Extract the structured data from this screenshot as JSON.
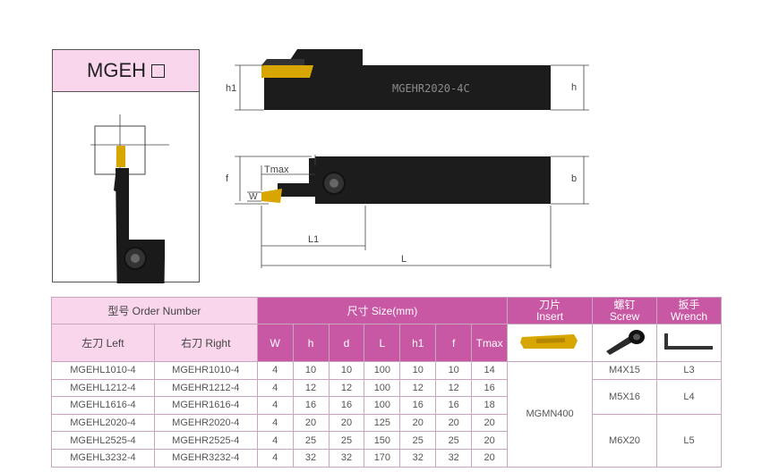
{
  "thumbnail": {
    "title": "MGEH"
  },
  "drawing": {
    "top_view_marking": "MGEHR2020-4C",
    "labels": {
      "h1": "h1",
      "h": "h",
      "f": "f",
      "b": "b",
      "w": "W",
      "tmax": "Tmax",
      "l1": "L1",
      "l": "L"
    }
  },
  "table": {
    "order_header": "型号 Order Number",
    "left_header": "左刀 Left",
    "right_header": "右刀 Right",
    "size_header": "尺寸 Size(mm)",
    "insert_zh": "刀片",
    "insert_en": "Insert",
    "screw_zh": "螺钉",
    "screw_en": "Screw",
    "wrench_zh": "扳手",
    "wrench_en": "Wrench",
    "dim_cols": [
      "W",
      "h",
      "d",
      "L",
      "h1",
      "f",
      "Tmax"
    ],
    "rows": [
      {
        "left": "MGEHL1010-4",
        "right": "MGEHR1010-4",
        "W": "4",
        "h": "10",
        "d": "10",
        "L": "100",
        "h1": "10",
        "f": "10",
        "Tmax": "14"
      },
      {
        "left": "MGEHL1212-4",
        "right": "MGEHR1212-4",
        "W": "4",
        "h": "12",
        "d": "12",
        "L": "100",
        "h1": "12",
        "f": "12",
        "Tmax": "16"
      },
      {
        "left": "MGEHL1616-4",
        "right": "MGEHR1616-4",
        "W": "4",
        "h": "16",
        "d": "16",
        "L": "100",
        "h1": "16",
        "f": "16",
        "Tmax": "18"
      },
      {
        "left": "MGEHL2020-4",
        "right": "MGEHR2020-4",
        "W": "4",
        "h": "20",
        "d": "20",
        "L": "125",
        "h1": "20",
        "f": "20",
        "Tmax": "20"
      },
      {
        "left": "MGEHL2525-4",
        "right": "MGEHR2525-4",
        "W": "4",
        "h": "25",
        "d": "25",
        "L": "150",
        "h1": "25",
        "f": "25",
        "Tmax": "20"
      },
      {
        "left": "MGEHL3232-4",
        "right": "MGEHR3232-4",
        "W": "4",
        "h": "32",
        "d": "32",
        "L": "170",
        "h1": "32",
        "f": "32",
        "Tmax": "20"
      }
    ],
    "insert": "MGMN400",
    "screws": [
      "M4X15",
      "M5X16",
      "M6X20"
    ],
    "wrenches": [
      "L3",
      "L4",
      "L5"
    ]
  }
}
